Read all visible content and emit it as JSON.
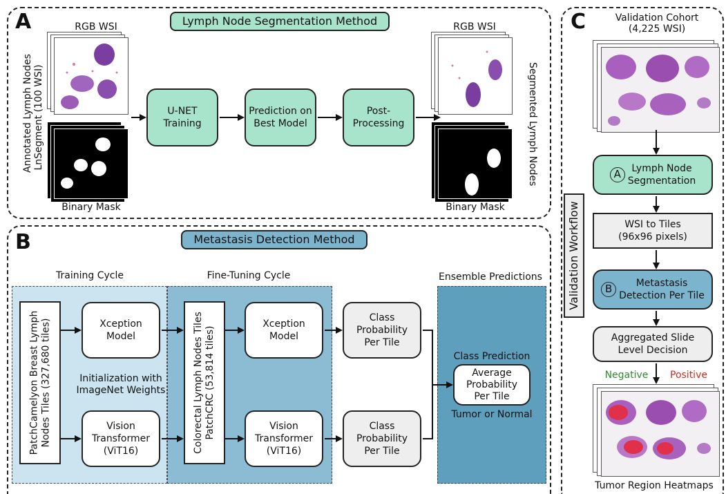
{
  "panel_a": {
    "letter": "A",
    "title": "Lymph Node Segmentation Method",
    "input_label_top": "RGB WSI",
    "input_label_bottom": "Binary Mask",
    "input_side_label_1": "Annotated Lymph Nodes",
    "input_side_label_2": "LnSegment (100 WSI)",
    "steps": [
      "U-NET\nTraining",
      "Prediction on\nBest Model",
      "Post-\nProcessing"
    ],
    "output_label_top": "RGB WSI",
    "output_label_bottom": "Binary Mask",
    "output_side_label": "Segmented Lymph Nodes"
  },
  "panel_b": {
    "letter": "B",
    "title": "Metastasis Detection Method",
    "training_cycle": "Training Cycle",
    "fine_tuning_cycle": "Fine-Tuning Cycle",
    "ensemble_predictions": "Ensemble Predictions",
    "dataset1_line1": "PatchCamelyon Breast Lymph",
    "dataset1_line2": "Nodes Tiles (327,680 tiles)",
    "dataset2_line1": "Colorectal Lymph Nodes Tiles",
    "dataset2_line2": "PatchCRC (53,814 tiles)",
    "xception_1": "Xception\nModel",
    "vit_1": "Vision\nTransformer\n(ViT16)",
    "init_text": "Initialization with\nImageNet Weights",
    "xception_2": "Xception\nModel",
    "vit_2": "Vision\nTransformer\n(ViT16)",
    "class_prob_1": "Class\nProbability\nPer Tile",
    "class_prob_2": "Class\nProbability\nPer Tile",
    "class_prediction": "Class Prediction",
    "average_prob": "Average\nProbability\nPer Tile",
    "tumor_or_normal": "Tumor or Normal"
  },
  "panel_c": {
    "letter": "C",
    "cohort_line1": "Validation Cohort",
    "cohort_line2": "(4,225 WSI)",
    "workflow_label": "Validation Workflow",
    "step_a_marker": "A",
    "step_a": "Lymph Node\nSegmentation",
    "step_tiles": "WSI to Tiles\n(96x96 pixels)",
    "step_b_marker": "B",
    "step_b": "Metastasis\nDetection Per Tile",
    "step_agg": "Aggregated Slide\nLevel Decision",
    "negative": "Negative",
    "positive": "Positive",
    "heatmaps": "Tumor Region Heatmaps"
  },
  "colors": {
    "green": "#a8e3cc",
    "blue": "#7cb4cd",
    "negative": "#2e8b2e",
    "positive": "#d42a1f"
  }
}
